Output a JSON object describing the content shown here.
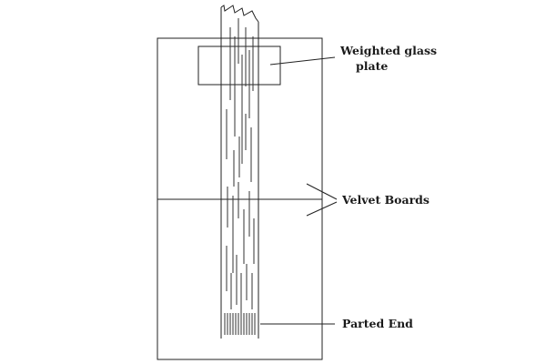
{
  "diagram": {
    "labels": {
      "glass_plate_line1": "Weighted glass",
      "glass_plate_line2": "plate",
      "velvet_boards": "Velvet Boards",
      "parted_end": "Parted End"
    }
  }
}
